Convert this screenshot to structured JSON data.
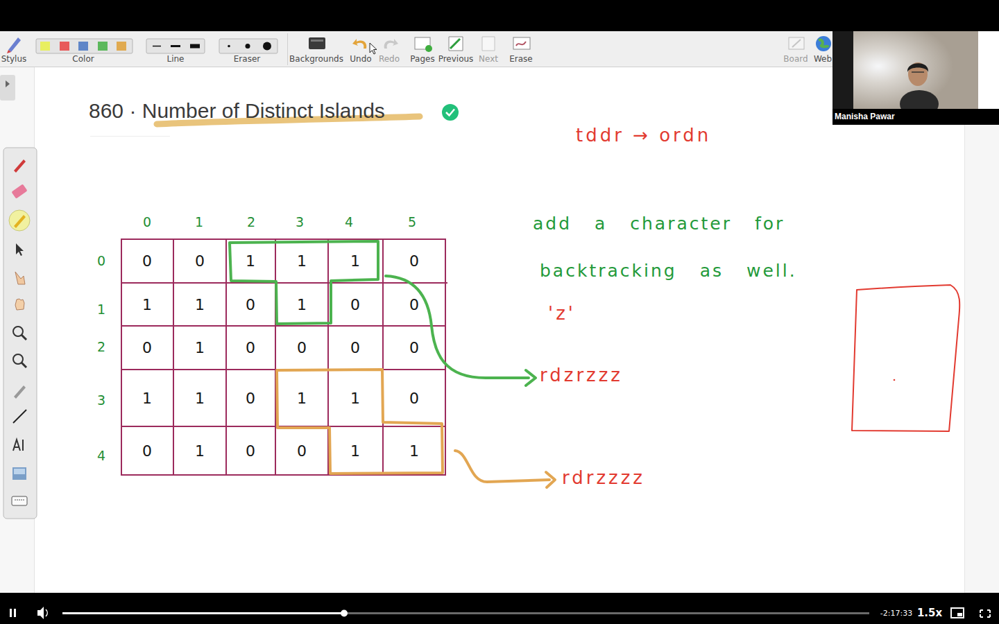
{
  "diagram": {
    "title": "860 · Number of Distinct Islands",
    "labels": [
      "Stylus",
      "Color",
      "Line",
      "Eraser",
      "Backgrounds",
      "Undo",
      "Redo",
      "Pages",
      "Previous",
      "Next",
      "Erase",
      "Board",
      "Web",
      "Manisha Pawar",
      "0",
      "1",
      "2",
      "3",
      "4",
      "5",
      "0",
      "1",
      "2",
      "3",
      "4",
      "0",
      "0",
      "1",
      "1",
      "1",
      "0",
      "1",
      "1",
      "0",
      "1",
      "0",
      "0",
      "0",
      "1",
      "0",
      "0",
      "0",
      "0",
      "1",
      "1",
      "0",
      "1",
      "1",
      "0",
      "0",
      "1",
      "0",
      "0",
      "1",
      "1",
      "tddr → ordn",
      "add a character for",
      "backtracking as well.",
      "'z'",
      "rdzrzzz",
      "rdrzzzz",
      "-2:17:33",
      "1.5x"
    ]
  }
}
